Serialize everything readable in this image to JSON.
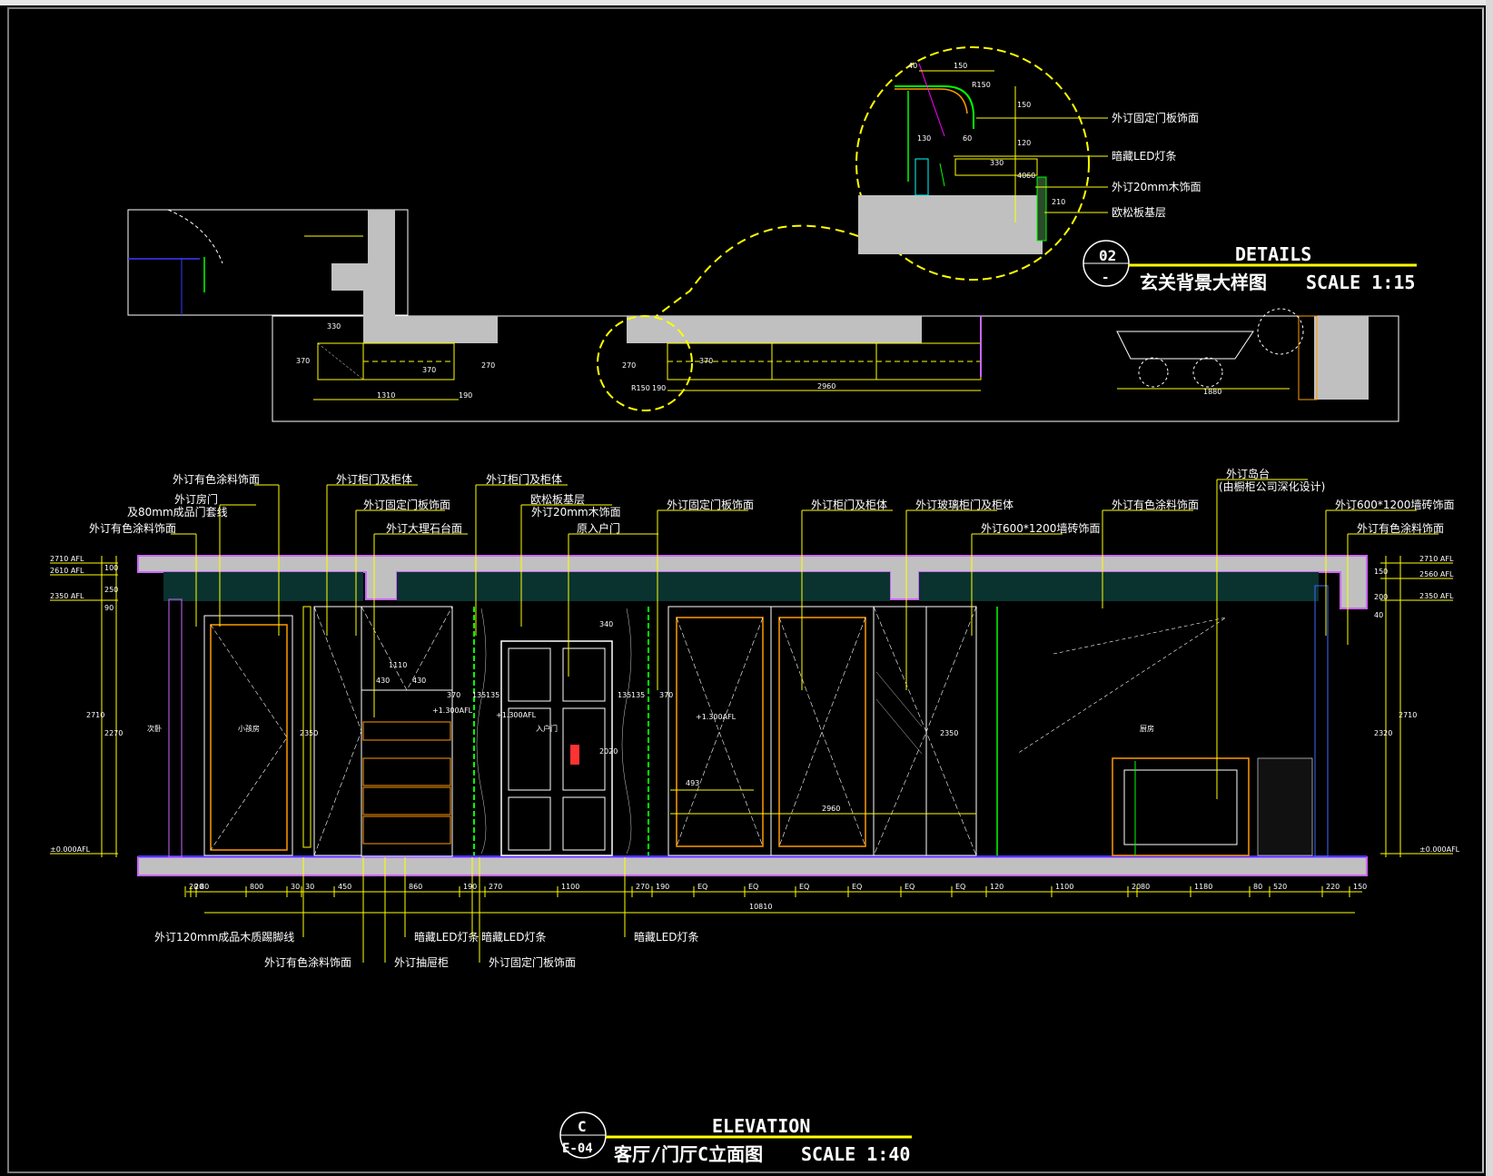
{
  "colors": {
    "background": "#000000",
    "line_yellow": "#ffff00",
    "line_magenta": "#cc66ff",
    "fill_gray": "#c0c0c0",
    "line_cyan": "#00ffff",
    "line_green": "#00ff00",
    "line_orange": "#ff9900",
    "line_white": "#ffffff"
  },
  "details_title": {
    "number": "02",
    "sheet": "-",
    "heading": "DETAILS",
    "name": "玄关背景大样图",
    "scale": "SCALE 1:15"
  },
  "details_callouts": [
    "外订固定门板饰面",
    "暗藏LED灯条",
    "外订20mm木饰面",
    "欧松板基层"
  ],
  "details_dims": [
    "40",
    "150",
    "R150",
    "150",
    "130",
    "60",
    "120",
    "330",
    "40",
    "60",
    "210"
  ],
  "plan_dims": [
    "330",
    "370",
    "370",
    "270",
    "1310",
    "190",
    "R150",
    "270",
    "190",
    "370",
    "2960",
    "1880"
  ],
  "elevation_title": {
    "number": "C",
    "sheet": "E-04",
    "heading": "ELEVATION",
    "name": "客厅/门厅C立面图",
    "scale": "SCALE 1:40"
  },
  "top_labels": [
    "外订有色涂料饰面",
    "外订房门",
    "及80mm成品门套线",
    "外订有色涂料饰面",
    "外订柜门及柜体",
    "外订固定门板饰面",
    "外订大理石台面",
    "外订柜门及柜体",
    "欧松板基层",
    "外订20mm木饰面",
    "原入户门",
    "外订固定门板饰面",
    "外订柜门及柜体",
    "外订玻璃柜门及柜体",
    "外订600*1200墙砖饰面",
    "外订有色涂料饰面",
    "外订岛台",
    "(由橱柜公司深化设计)",
    "外订600*1200墙砖饰面",
    "外订有色涂料饰面"
  ],
  "bottom_labels": [
    "外订120mm成品木质踢脚线",
    "外订有色涂料饰面",
    "暗藏LED灯条",
    "外订抽屉柜",
    "暗藏LED灯条",
    "外订固定门板饰面",
    "暗藏LED灯条"
  ],
  "left_levels": [
    "2710 AFL",
    "2610 AFL",
    "2350 AFL",
    "±0.000AFL"
  ],
  "right_levels": [
    "2710 AFL",
    "2560 AFL",
    "2350 AFL",
    "±0.000AFL"
  ],
  "left_dims": [
    "100",
    "250",
    "90",
    "2710",
    "2270"
  ],
  "right_dims": [
    "150",
    "200",
    "40",
    "2710",
    "2320"
  ],
  "bottom_dims": [
    "20",
    "80",
    "20",
    "800",
    "30",
    "30",
    "450",
    "860",
    "190",
    "270",
    "1100",
    "270",
    "190",
    "EQ",
    "EQ",
    "EQ",
    "EQ",
    "EQ",
    "EQ",
    "120",
    "1100",
    "20",
    "80",
    "1180",
    "80",
    "520",
    "220",
    "150"
  ],
  "overall_dim": "10810",
  "inner_dims": [
    "2350",
    "1110",
    "430",
    "430",
    "370",
    "135",
    "135",
    "340",
    "2020",
    "135",
    "135",
    "370",
    "493",
    "2350",
    "2960"
  ],
  "room_labels": [
    "次卧",
    "小孩房",
    "入户门",
    "厨房"
  ],
  "elev_marks": [
    "+1.300AFL",
    "+1.300AFL",
    "+1.300AFL"
  ]
}
